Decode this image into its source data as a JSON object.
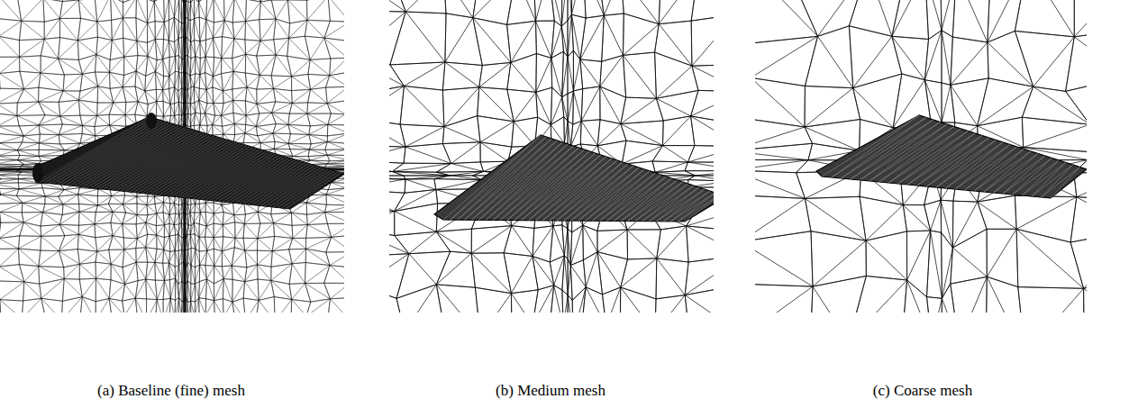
{
  "diagram": {
    "labels": [
      "(a) Baseline (fine) mesh",
      "(b) Medium mesh",
      "(c) Coarse mesh"
    ]
  }
}
